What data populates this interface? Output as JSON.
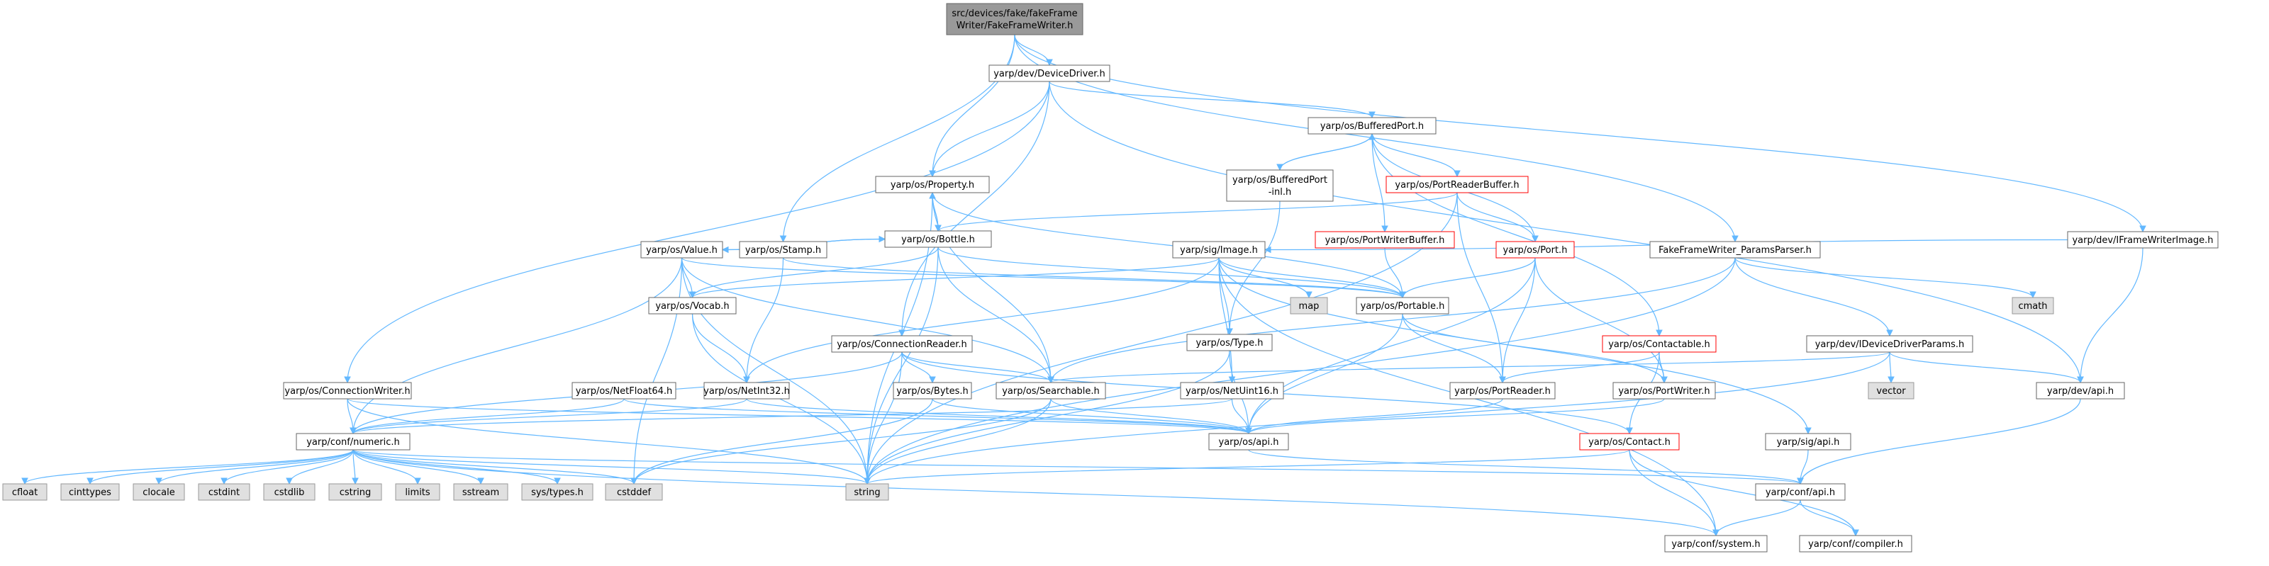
{
  "graph": {
    "colors": {
      "edge": "#63b8ff",
      "normal_fill": "#ffffff",
      "normal_border": "#666666",
      "root_fill": "#999999",
      "root_border": "#666666",
      "missing_fill": "#e0e0e0",
      "missing_border": "#999999",
      "incomplete_fill": "#ffffff",
      "incomplete_border": "#ff0000"
    },
    "nodes": [
      {
        "id": "root",
        "lines": [
          "src/devices/fake/fakeFrame",
          "Writer/FakeFrameWriter.h"
        ],
        "style": "root"
      },
      {
        "id": "devicedriver",
        "lines": [
          "yarp/dev/DeviceDriver.h"
        ],
        "style": "normal"
      },
      {
        "id": "bufferedport",
        "lines": [
          "yarp/os/BufferedPort.h"
        ],
        "style": "normal"
      },
      {
        "id": "property",
        "lines": [
          "yarp/os/Property.h"
        ],
        "style": "normal"
      },
      {
        "id": "bufferedportinl",
        "lines": [
          "yarp/os/BufferedPort",
          "-inl.h"
        ],
        "style": "normal"
      },
      {
        "id": "portreaderbuffer",
        "lines": [
          "yarp/os/PortReaderBuffer.h"
        ],
        "style": "incomplete"
      },
      {
        "id": "bottle",
        "lines": [
          "yarp/os/Bottle.h"
        ],
        "style": "normal"
      },
      {
        "id": "portwriterbuffer",
        "lines": [
          "yarp/os/PortWriterBuffer.h"
        ],
        "style": "incomplete"
      },
      {
        "id": "iframewriterimage",
        "lines": [
          "yarp/dev/IFrameWriterImage.h"
        ],
        "style": "normal"
      },
      {
        "id": "value",
        "lines": [
          "yarp/os/Value.h"
        ],
        "style": "normal"
      },
      {
        "id": "stamp",
        "lines": [
          "yarp/os/Stamp.h"
        ],
        "style": "normal"
      },
      {
        "id": "image",
        "lines": [
          "yarp/sig/Image.h"
        ],
        "style": "normal"
      },
      {
        "id": "paramsparser",
        "lines": [
          "FakeFrameWriter_ParamsParser.h"
        ],
        "style": "normal"
      },
      {
        "id": "port",
        "lines": [
          "yarp/os/Port.h"
        ],
        "style": "incomplete"
      },
      {
        "id": "vocab",
        "lines": [
          "yarp/os/Vocab.h"
        ],
        "style": "normal"
      },
      {
        "id": "connreader",
        "lines": [
          "yarp/os/ConnectionReader.h"
        ],
        "style": "normal"
      },
      {
        "id": "type",
        "lines": [
          "yarp/os/Type.h"
        ],
        "style": "normal"
      },
      {
        "id": "map",
        "lines": [
          "map"
        ],
        "style": "missing"
      },
      {
        "id": "portable",
        "lines": [
          "yarp/os/Portable.h"
        ],
        "style": "normal"
      },
      {
        "id": "contactable",
        "lines": [
          "yarp/os/Contactable.h"
        ],
        "style": "incomplete"
      },
      {
        "id": "ideviceparams",
        "lines": [
          "yarp/dev/IDeviceDriverParams.h"
        ],
        "style": "normal"
      },
      {
        "id": "cmath",
        "lines": [
          "cmath"
        ],
        "style": "missing"
      },
      {
        "id": "connwriter",
        "lines": [
          "yarp/os/ConnectionWriter.h"
        ],
        "style": "normal"
      },
      {
        "id": "netfloat64",
        "lines": [
          "yarp/os/NetFloat64.h"
        ],
        "style": "normal"
      },
      {
        "id": "netint32",
        "lines": [
          "yarp/os/NetInt32.h"
        ],
        "style": "normal"
      },
      {
        "id": "bytes",
        "lines": [
          "yarp/os/Bytes.h"
        ],
        "style": "normal"
      },
      {
        "id": "searchable",
        "lines": [
          "yarp/os/Searchable.h"
        ],
        "style": "normal"
      },
      {
        "id": "netuint16",
        "lines": [
          "yarp/os/NetUint16.h"
        ],
        "style": "normal"
      },
      {
        "id": "portreader",
        "lines": [
          "yarp/os/PortReader.h"
        ],
        "style": "normal"
      },
      {
        "id": "portwriter",
        "lines": [
          "yarp/os/PortWriter.h"
        ],
        "style": "normal"
      },
      {
        "id": "vector",
        "lines": [
          "vector"
        ],
        "style": "missing"
      },
      {
        "id": "devapi",
        "lines": [
          "yarp/dev/api.h"
        ],
        "style": "normal"
      },
      {
        "id": "numeric",
        "lines": [
          "yarp/conf/numeric.h"
        ],
        "style": "normal"
      },
      {
        "id": "osapi",
        "lines": [
          "yarp/os/api.h"
        ],
        "style": "normal"
      },
      {
        "id": "contact",
        "lines": [
          "yarp/os/Contact.h"
        ],
        "style": "incomplete"
      },
      {
        "id": "sigapi",
        "lines": [
          "yarp/sig/api.h"
        ],
        "style": "normal"
      },
      {
        "id": "cfloat",
        "lines": [
          "cfloat"
        ],
        "style": "missing"
      },
      {
        "id": "cinttypes",
        "lines": [
          "cinttypes"
        ],
        "style": "missing"
      },
      {
        "id": "clocale",
        "lines": [
          "clocale"
        ],
        "style": "missing"
      },
      {
        "id": "cstdint",
        "lines": [
          "cstdint"
        ],
        "style": "missing"
      },
      {
        "id": "cstdlib",
        "lines": [
          "cstdlib"
        ],
        "style": "missing"
      },
      {
        "id": "cstring",
        "lines": [
          "cstring"
        ],
        "style": "missing"
      },
      {
        "id": "limits",
        "lines": [
          "limits"
        ],
        "style": "missing"
      },
      {
        "id": "sstream",
        "lines": [
          "sstream"
        ],
        "style": "missing"
      },
      {
        "id": "systypes",
        "lines": [
          "sys/types.h"
        ],
        "style": "missing"
      },
      {
        "id": "cstddef",
        "lines": [
          "cstddef"
        ],
        "style": "missing"
      },
      {
        "id": "string",
        "lines": [
          "string"
        ],
        "style": "missing"
      },
      {
        "id": "confapi",
        "lines": [
          "yarp/conf/api.h"
        ],
        "style": "normal"
      },
      {
        "id": "confsystem",
        "lines": [
          "yarp/conf/system.h"
        ],
        "style": "normal"
      },
      {
        "id": "confcompiler",
        "lines": [
          "yarp/conf/compiler.h"
        ],
        "style": "normal"
      }
    ],
    "edges": [
      [
        "root",
        "devicedriver"
      ],
      [
        "root",
        "property"
      ],
      [
        "root",
        "stamp"
      ],
      [
        "root",
        "paramsparser"
      ],
      [
        "root",
        "iframewriterimage"
      ],
      [
        "devicedriver",
        "bufferedport"
      ],
      [
        "devicedriver",
        "property"
      ],
      [
        "devicedriver",
        "connreader"
      ],
      [
        "devicedriver",
        "connwriter"
      ],
      [
        "devicedriver",
        "devapi"
      ],
      [
        "bufferedport",
        "bufferedportinl"
      ],
      [
        "bufferedport",
        "portreaderbuffer"
      ],
      [
        "bufferedport",
        "portwriterbuffer"
      ],
      [
        "bufferedport",
        "port"
      ],
      [
        "bufferedport",
        "contactable"
      ],
      [
        "bufferedportinl",
        "bufferedport"
      ],
      [
        "bufferedportinl",
        "type"
      ],
      [
        "property",
        "bottle"
      ],
      [
        "property",
        "portable"
      ],
      [
        "property",
        "searchable"
      ],
      [
        "property",
        "string"
      ],
      [
        "portreaderbuffer",
        "bottle"
      ],
      [
        "portreaderbuffer",
        "port"
      ],
      [
        "portreaderbuffer",
        "portreader"
      ],
      [
        "portreaderbuffer",
        "string"
      ],
      [
        "portwriterbuffer",
        "portable"
      ],
      [
        "bottle",
        "property"
      ],
      [
        "bottle",
        "value"
      ],
      [
        "bottle",
        "vocab"
      ],
      [
        "bottle",
        "portable"
      ],
      [
        "bottle",
        "searchable"
      ],
      [
        "bottle",
        "string"
      ],
      [
        "value",
        "bottle"
      ],
      [
        "value",
        "vocab"
      ],
      [
        "value",
        "portable"
      ],
      [
        "value",
        "searchable"
      ],
      [
        "value",
        "numeric"
      ],
      [
        "value",
        "cstddef"
      ],
      [
        "value",
        "string"
      ],
      [
        "stamp",
        "netint32"
      ],
      [
        "stamp",
        "portable"
      ],
      [
        "image",
        "vocab"
      ],
      [
        "image",
        "type"
      ],
      [
        "image",
        "netint32"
      ],
      [
        "image",
        "netuint16"
      ],
      [
        "image",
        "portable"
      ],
      [
        "image",
        "map"
      ],
      [
        "image",
        "sigapi"
      ],
      [
        "image",
        "confsystem"
      ],
      [
        "iframewriterimage",
        "image"
      ],
      [
        "iframewriterimage",
        "devapi"
      ],
      [
        "paramsparser",
        "searchable"
      ],
      [
        "paramsparser",
        "ideviceparams"
      ],
      [
        "paramsparser",
        "string"
      ],
      [
        "paramsparser",
        "cmath"
      ],
      [
        "port",
        "portable"
      ],
      [
        "port",
        "portreader"
      ],
      [
        "port",
        "portwriter"
      ],
      [
        "port",
        "osapi"
      ],
      [
        "vocab",
        "netint32"
      ],
      [
        "vocab",
        "string"
      ],
      [
        "connreader",
        "bytes"
      ],
      [
        "connreader",
        "searchable"
      ],
      [
        "connreader",
        "contact"
      ],
      [
        "connreader",
        "numeric"
      ],
      [
        "connreader",
        "string"
      ],
      [
        "type",
        "osapi"
      ],
      [
        "type",
        "string"
      ],
      [
        "portable",
        "portreader"
      ],
      [
        "portable",
        "portwriter"
      ],
      [
        "portable",
        "osapi"
      ],
      [
        "contactable",
        "portwriter"
      ],
      [
        "contactable",
        "portreader"
      ],
      [
        "contactable",
        "contact"
      ],
      [
        "ideviceparams",
        "searchable"
      ],
      [
        "ideviceparams",
        "vector"
      ],
      [
        "ideviceparams",
        "devapi"
      ],
      [
        "ideviceparams",
        "string"
      ],
      [
        "connwriter",
        "numeric"
      ],
      [
        "connwriter",
        "osapi"
      ],
      [
        "connwriter",
        "string"
      ],
      [
        "netfloat64",
        "numeric"
      ],
      [
        "netfloat64",
        "osapi"
      ],
      [
        "netint32",
        "numeric"
      ],
      [
        "netint32",
        "osapi"
      ],
      [
        "bytes",
        "osapi"
      ],
      [
        "bytes",
        "cstddef"
      ],
      [
        "searchable",
        "osapi"
      ],
      [
        "searchable",
        "string"
      ],
      [
        "searchable",
        "cstddef"
      ],
      [
        "netuint16",
        "osapi"
      ],
      [
        "netuint16",
        "numeric"
      ],
      [
        "portreader",
        "osapi"
      ],
      [
        "portwriter",
        "osapi"
      ],
      [
        "devapi",
        "confapi"
      ],
      [
        "numeric",
        "cfloat"
      ],
      [
        "numeric",
        "cinttypes"
      ],
      [
        "numeric",
        "clocale"
      ],
      [
        "numeric",
        "cstdint"
      ],
      [
        "numeric",
        "cstdlib"
      ],
      [
        "numeric",
        "cstring"
      ],
      [
        "numeric",
        "limits"
      ],
      [
        "numeric",
        "sstream"
      ],
      [
        "numeric",
        "systypes"
      ],
      [
        "numeric",
        "cstddef"
      ],
      [
        "numeric",
        "string"
      ],
      [
        "numeric",
        "confapi"
      ],
      [
        "numeric",
        "confsystem"
      ],
      [
        "osapi",
        "confapi"
      ],
      [
        "contact",
        "string"
      ],
      [
        "contact",
        "confsystem"
      ],
      [
        "contact",
        "confcompiler"
      ],
      [
        "sigapi",
        "confapi"
      ],
      [
        "confapi",
        "confsystem"
      ],
      [
        "confapi",
        "confcompiler"
      ]
    ]
  }
}
